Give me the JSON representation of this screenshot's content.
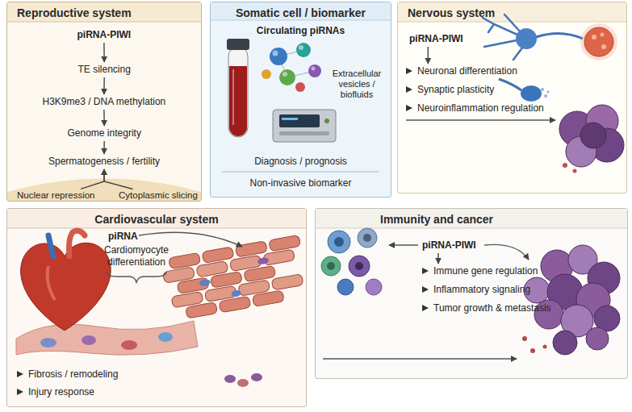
{
  "diagram": {
    "nodes": [
      {
        "text": [
          "Reproductive system"
        ]
      },
      {
        "text": [
          "piRNA-PIWI"
        ],
        "in": 0
      },
      {
        "text": [
          "TE silencing"
        ],
        "in": 0
      },
      {
        "text": [
          "H3K9me3 / DNA methylation"
        ],
        "in": 0
      },
      {
        "text": [
          "Genome integrity"
        ],
        "in": 0
      },
      {
        "text": [
          "Spermatogenesis / fertility"
        ],
        "in": 0
      },
      {
        "text": [
          "Nuclear repression"
        ],
        "in": 0
      },
      {
        "text": [
          "Cytoplasmic slicing"
        ],
        "in": 0
      },
      {
        "text": [
          "Somatic cell / biomarker",
          "Circulating piRNAs",
          "Extracellular vesicles / biofluids",
          "Diagnosis / prognosis",
          "Non-invasive biomarker"
        ]
      },
      {
        "text": [
          "Nervous system"
        ]
      },
      {
        "text": [
          "piRNA-PIWI"
        ],
        "in": 9
      },
      {
        "text": [
          "Neuronal differentiation",
          "Synaptic plasticity",
          "Neuroinflammation regulation"
        ],
        "in": 9
      },
      {
        "text": [
          "Cardiovascular system",
          "piRNA",
          "Cardiomyocyte differentiation",
          "Fibrosis / remodeling",
          "Injury response"
        ]
      },
      {
        "text": [
          "Immunity and cancer"
        ]
      },
      {
        "text": [
          "piRNA-PIWI"
        ],
        "in": 13
      },
      {
        "text": [
          "Immune gene regulation",
          "Inflammatory signaling",
          "Tumor growth & metastasis"
        ],
        "in": 13
      }
    ],
    "edges": [
      {
        "from": 1,
        "to": 2,
        "arrow": "to"
      },
      {
        "from": 2,
        "to": 3,
        "arrow": "to"
      },
      {
        "from": 3,
        "to": 4,
        "arrow": "to"
      },
      {
        "from": 4,
        "to": 5,
        "arrow": "to"
      },
      {
        "from": 6,
        "to": 5,
        "arrow": "to"
      },
      {
        "from": 7,
        "to": 5,
        "arrow": "to"
      },
      {
        "from": 10,
        "to": 11,
        "arrow": "to"
      },
      {
        "from": 14,
        "to": 15,
        "arrow": "to"
      }
    ]
  }
}
